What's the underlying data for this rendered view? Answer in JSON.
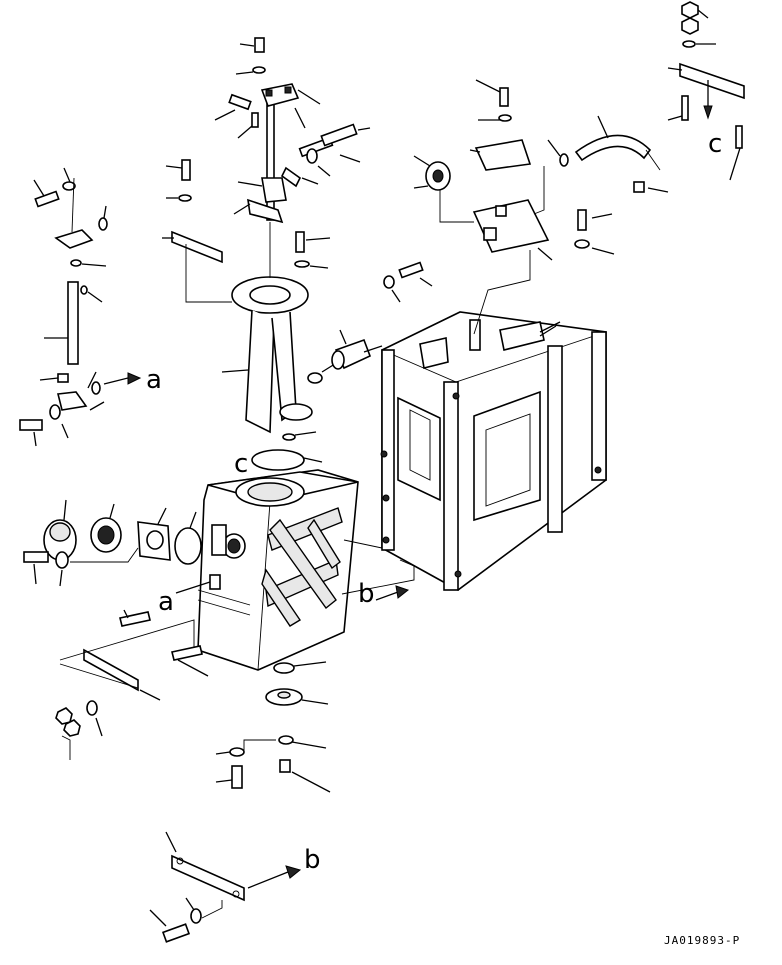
{
  "view_labels": {
    "a_left": "a",
    "a_tank": "a",
    "b_frame": "b",
    "b_plate": "b",
    "c_gasket": "c",
    "c_top": "c"
  },
  "drawing_code": "JA019893-P"
}
